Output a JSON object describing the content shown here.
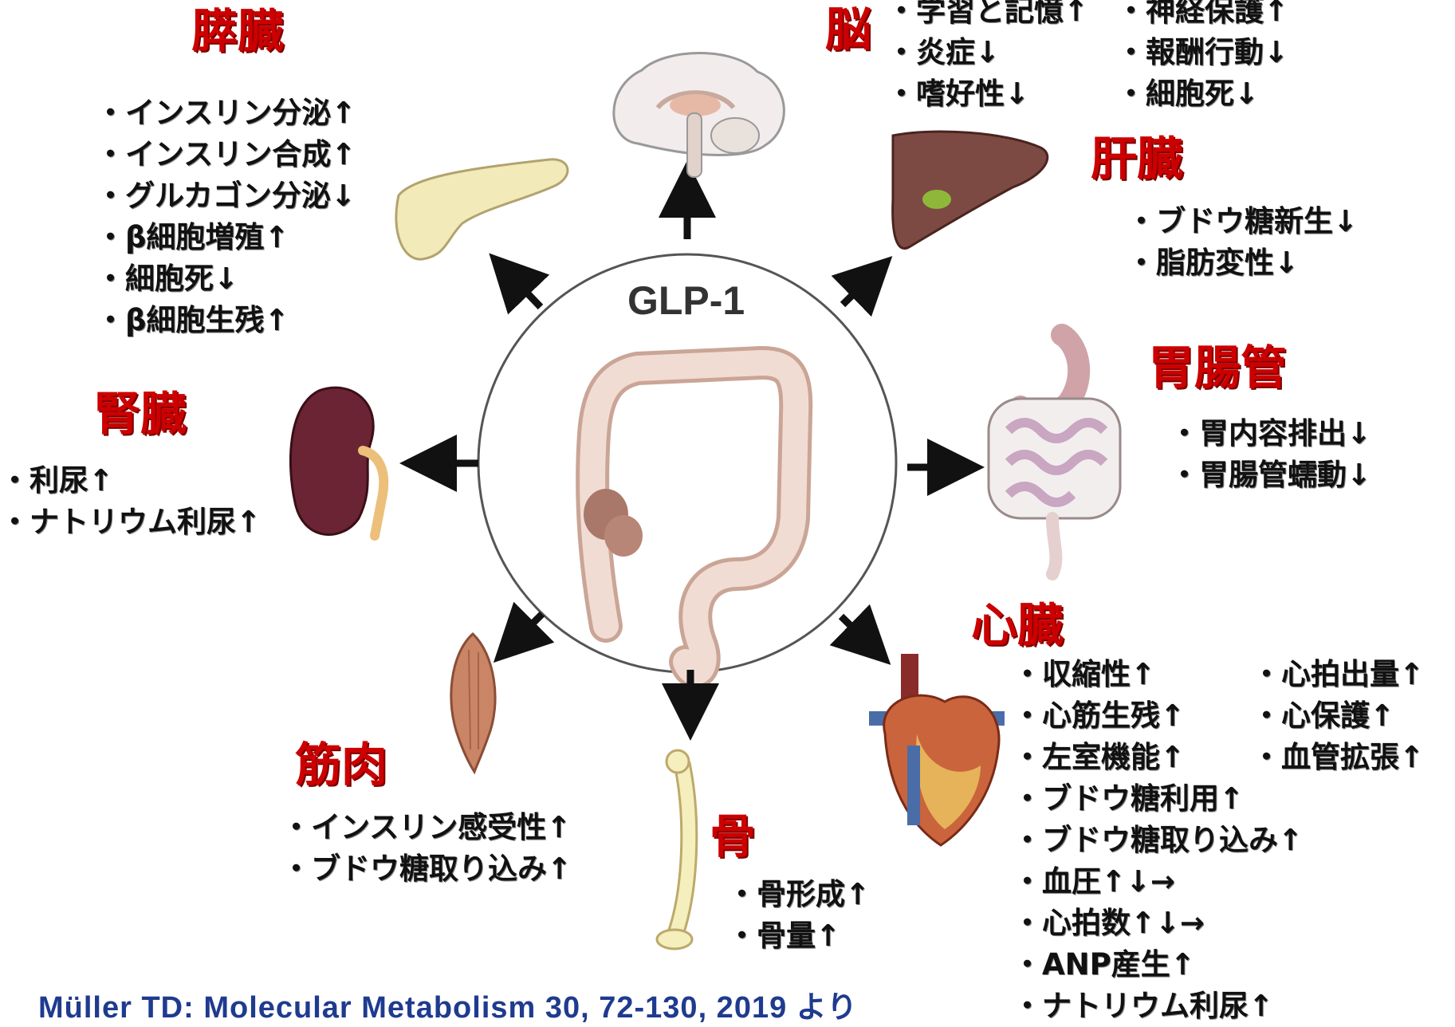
{
  "center": {
    "label": "GLP-1"
  },
  "organs": {
    "pancreas": {
      "title": "膵臓",
      "effects": [
        "インスリン分泌↑",
        "インスリン合成↑",
        "グルカゴン分泌↓",
        "β細胞増殖↑",
        "細胞死↓",
        "β細胞生残↑"
      ]
    },
    "brain": {
      "title": "脳",
      "effects_left": [
        "学習と記憶↑",
        "炎症↓",
        "嗜好性↓"
      ],
      "effects_right": [
        "神経保護↑",
        "報酬行動↓",
        "細胞死↓"
      ]
    },
    "liver": {
      "title": "肝臓",
      "effects": [
        "ブドウ糖新生↓",
        "脂肪変性↓"
      ]
    },
    "gi_tract": {
      "title": "胃腸管",
      "effects": [
        "胃内容排出↓",
        "胃腸管蠕動↓"
      ]
    },
    "kidney": {
      "title": "腎臓",
      "effects": [
        "利尿↑",
        "ナトリウム利尿↑"
      ]
    },
    "heart": {
      "title": "心臓",
      "effects_left": [
        "収縮性↑",
        "心筋生残↑",
        "左室機能↑",
        "ブドウ糖利用↑",
        "ブドウ糖取り込み↑",
        "血圧↑↓→",
        "心拍数↑↓→",
        "ANP産生↑",
        "ナトリウム利尿↑"
      ],
      "effects_right": [
        "心拍出量↑",
        "心保護↑",
        "血管拡張↑"
      ]
    },
    "muscle": {
      "title": "筋肉",
      "effects": [
        "インスリン感受性↑",
        "ブドウ糖取り込み↑"
      ]
    },
    "bone": {
      "title": "骨",
      "effects": [
        "骨形成↑",
        "骨量↑"
      ]
    }
  },
  "citation": "Müller TD: Molecular Metabolism 30, 72-130, 2019 より",
  "colors": {
    "organ_title": "#cc0000",
    "citation": "#1f3b8f",
    "arrow": "#111111"
  }
}
